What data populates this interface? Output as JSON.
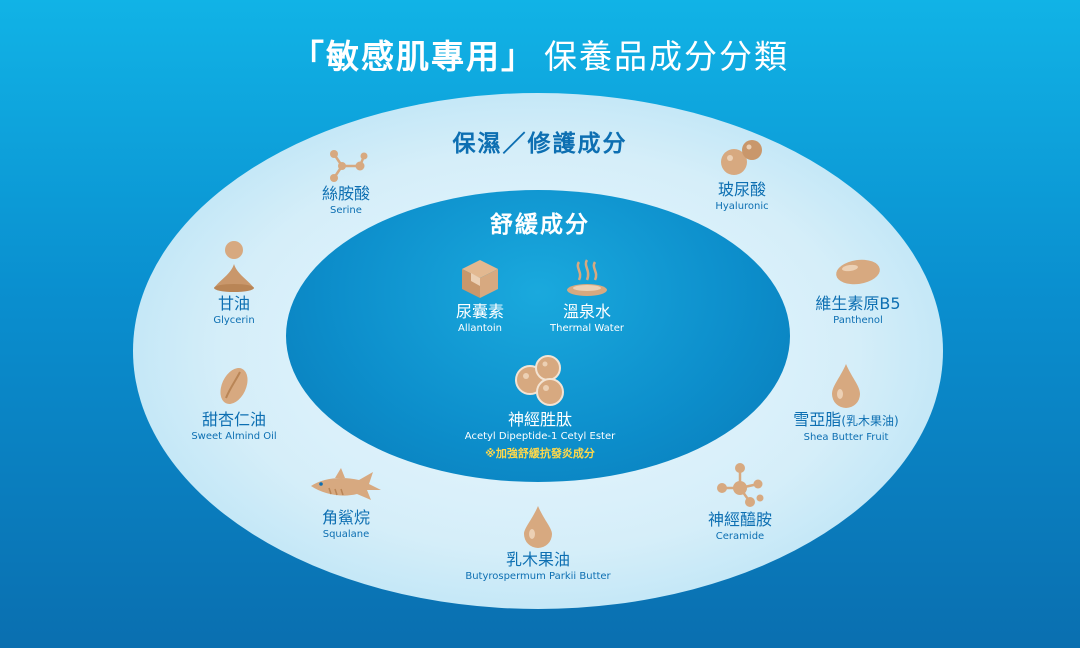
{
  "header": {
    "title_main": "「敏感肌專用」",
    "title_sub": "保養品成分分類"
  },
  "rings": {
    "outer_title": "保濕／修護成分",
    "inner_title": "舒緩成分"
  },
  "outer_ingredients": [
    {
      "zh": "絲胺酸",
      "en": "Serine",
      "icon": "molecule-icon"
    },
    {
      "zh": "玻尿酸",
      "en": "Hyaluronic",
      "icon": "bubbles-icon"
    },
    {
      "zh": "甘油",
      "en": "Glycerin",
      "icon": "droplet-splash-icon"
    },
    {
      "zh": "維生素原B5",
      "en": "Panthenol",
      "icon": "capsule-icon"
    },
    {
      "zh": "甜杏仁油",
      "en": "Sweet Almind Oil",
      "icon": "almond-icon"
    },
    {
      "zh": "雪亞脂",
      "zh_note": "(乳木果油)",
      "en": "Shea Butter Fruit",
      "icon": "drop-icon"
    },
    {
      "zh": "角鯊烷",
      "en": "Squalane",
      "icon": "shark-icon"
    },
    {
      "zh": "神經醯胺",
      "en": "Ceramide",
      "icon": "atom-cluster-icon"
    },
    {
      "zh": "乳木果油",
      "en": "Butyrospermum Parkii Butter",
      "icon": "drop-icon"
    }
  ],
  "inner_ingredients": [
    {
      "zh": "尿囊素",
      "en": "Allantoin",
      "icon": "cube-icon"
    },
    {
      "zh": "溫泉水",
      "en": "Thermal Water",
      "icon": "hot-spring-icon"
    },
    {
      "zh": "神經胜肽",
      "en": "Acetyl Dipeptide-1 Cetyl Ester",
      "note": "※加強舒緩抗發炎成分",
      "icon": "bubbles-cluster-icon"
    }
  ],
  "colors": {
    "icon": "#d7a980",
    "icon_dark": "#b98556",
    "label": "#0d6fb2",
    "note": "#ffd84a"
  }
}
